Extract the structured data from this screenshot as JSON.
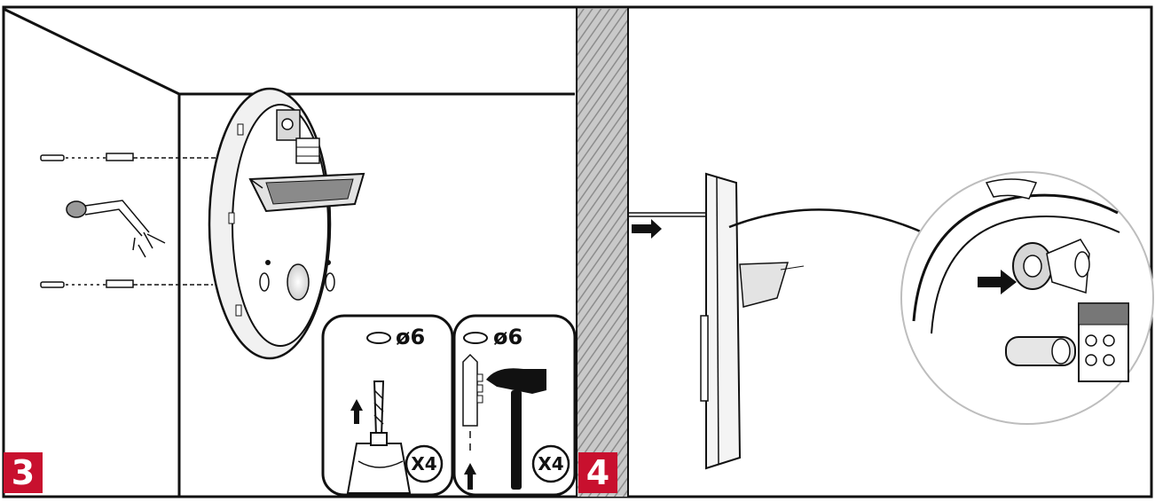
{
  "steps": [
    {
      "number": "3",
      "color": "#c8102e"
    },
    {
      "number": "4",
      "color": "#c8102e"
    }
  ],
  "tools": [
    {
      "name": "drill",
      "diameter": "ø6",
      "quantity": "X4"
    },
    {
      "name": "wall-plug-and-hammer",
      "diameter": "ø6",
      "quantity": "X4"
    }
  ],
  "colors": {
    "line": "#111111",
    "light_gray": "#d9d9d9",
    "mid_gray": "#9a9a9a",
    "badge": "#c8102e"
  }
}
